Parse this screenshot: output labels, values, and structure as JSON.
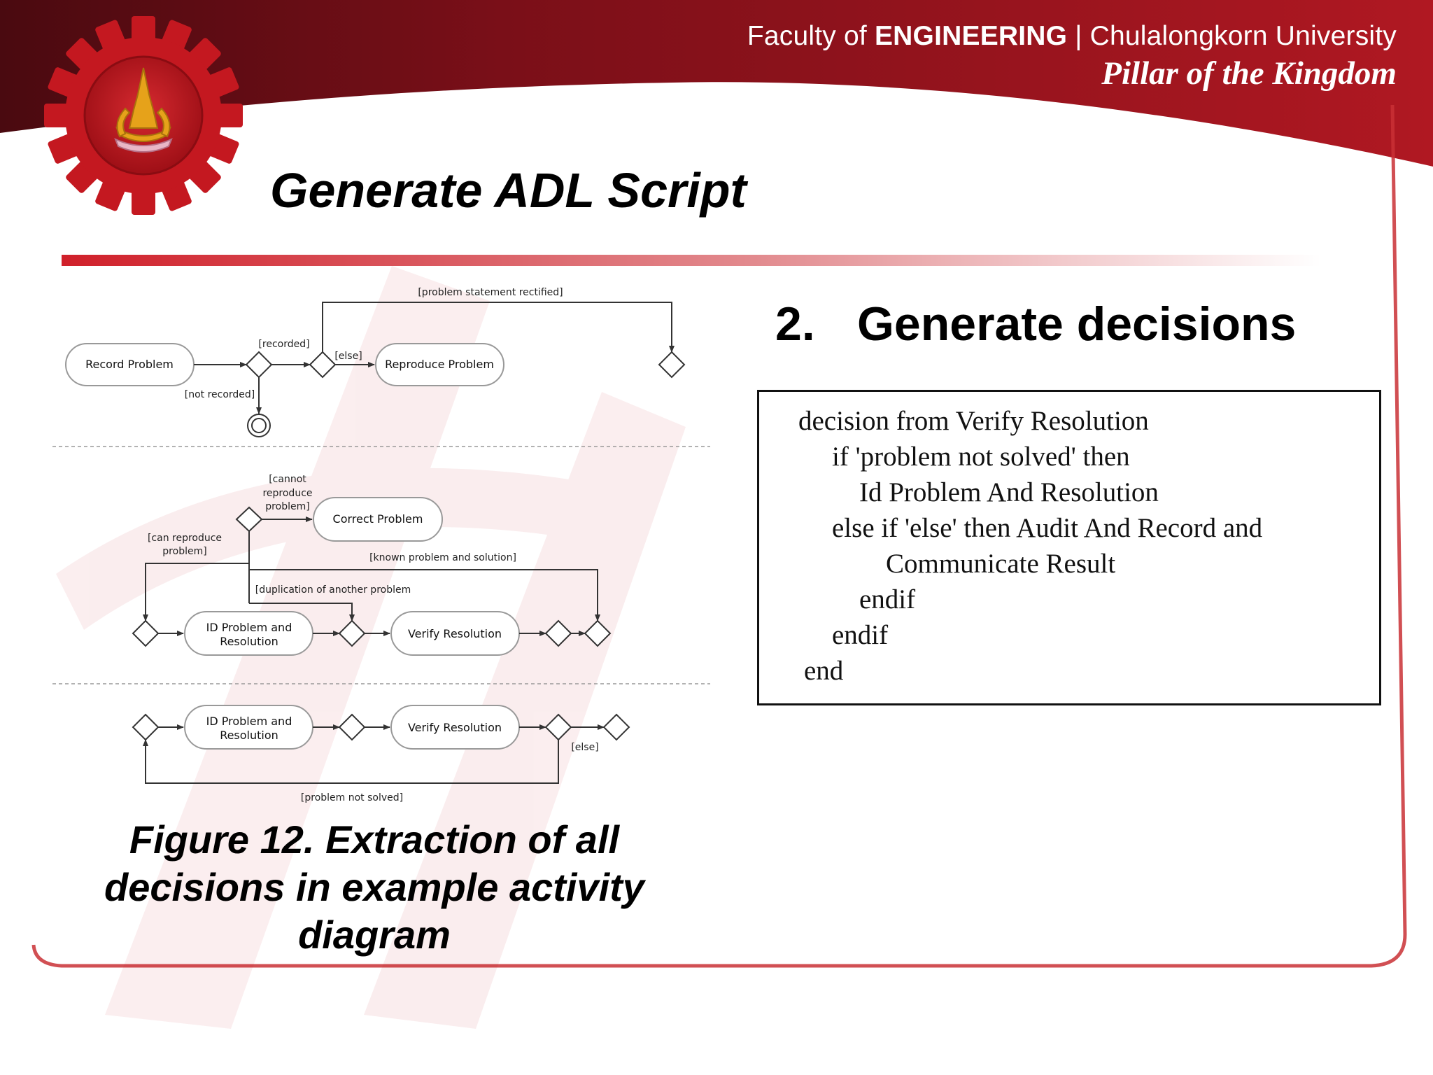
{
  "header": {
    "faculty_prefix": "Faculty of",
    "faculty_name": "ENGINEERING",
    "separator": "|",
    "university": "Chulalongkorn University",
    "motto": "Pillar of the Kingdom"
  },
  "colors": {
    "header_dark": "#5e0d13",
    "header_red": "#b3131f",
    "gear_red": "#c41820",
    "emblem_gold": "#e6a21a",
    "rule_red": "#d0202a"
  },
  "slide_title": "Generate ADL Script",
  "section": {
    "number": "2.",
    "heading": "Generate decisions"
  },
  "code_lines": [
    "decision from Verify Resolution",
    "if 'problem not solved' then",
    "Id Problem And Resolution",
    "else if 'else' then Audit And Record and",
    "Communicate Result",
    "endif",
    "endif",
    "end"
  ],
  "diagram": {
    "nodes": {
      "record_problem": "Record Problem",
      "reproduce_problem": "Reproduce Problem",
      "correct_problem": "Correct Problem",
      "id_problem_line1": "ID Problem and",
      "id_problem_line2": "Resolution",
      "verify_resolution": "Verify Resolution"
    },
    "guards": {
      "problem_statement_rectified": "[problem statement rectified]",
      "recorded": "[recorded]",
      "else": "[else]",
      "not_recorded": "[not recorded]",
      "cannot_reproduce_1": "[cannot",
      "cannot_reproduce_2": "reproduce",
      "cannot_reproduce_3": "problem]",
      "can_reproduce_1": "[can reproduce",
      "can_reproduce_2": "problem]",
      "known_problem": "[known problem and solution]",
      "duplication": "[duplication of another problem",
      "problem_not_solved": "[problem not solved]"
    }
  },
  "caption_lines": [
    "Figure 12. Extraction of all",
    "decisions in example activity",
    "diagram"
  ]
}
